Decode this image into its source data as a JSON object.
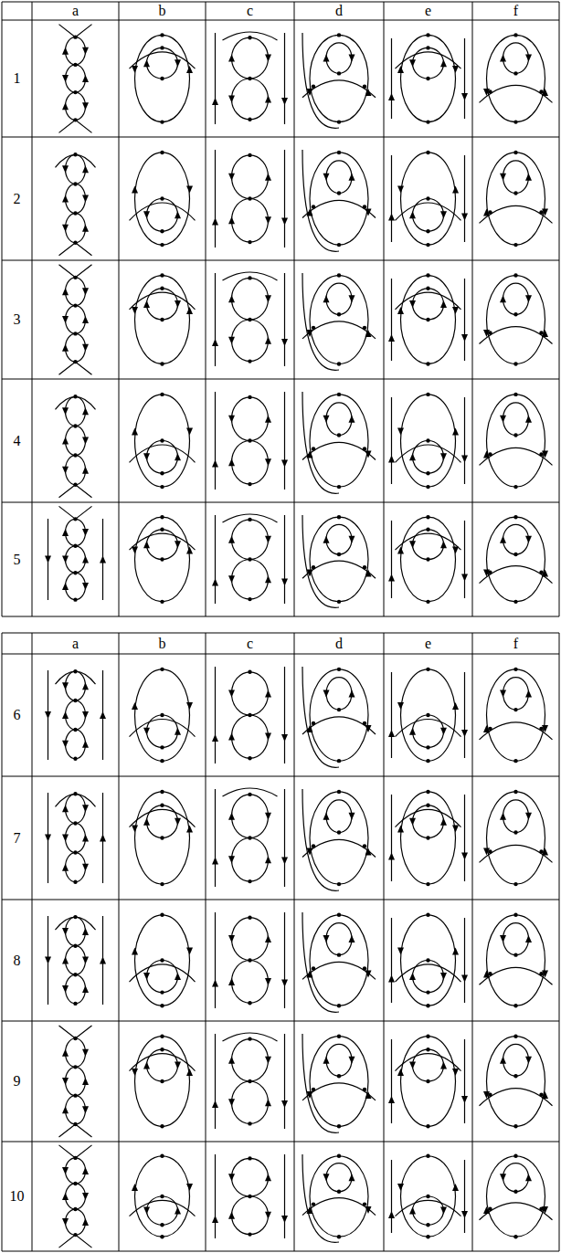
{
  "diagram": {
    "labels": [
      "a",
      "b",
      "c",
      "d",
      "e",
      "f",
      "1",
      "2",
      "3",
      "4",
      "5",
      "a",
      "b",
      "c",
      "d",
      "e",
      "f",
      "6",
      "7",
      "8",
      "9",
      "10"
    ]
  }
}
